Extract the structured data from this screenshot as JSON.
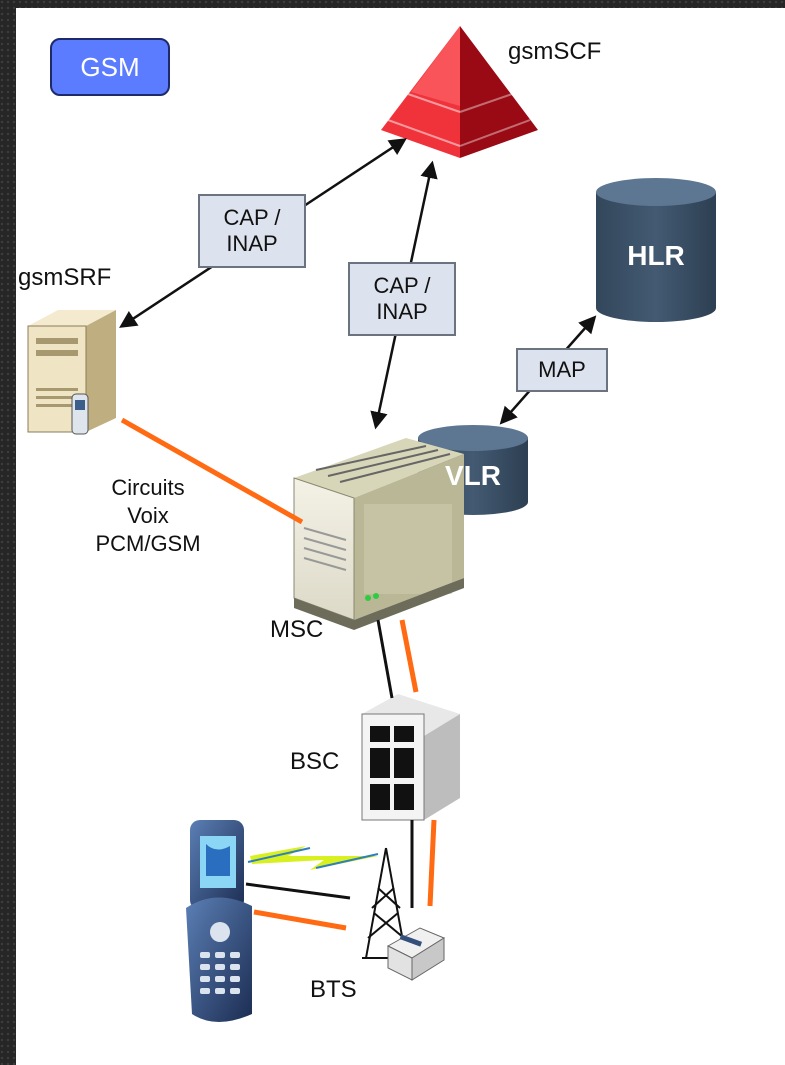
{
  "title_badge": "GSM",
  "nodes": {
    "gsmscf": "gsmSCF",
    "gsmsrf": "gsmSRF",
    "hlr": "HLR",
    "vlr": "VLR",
    "msc": "MSC",
    "bsc": "BSC",
    "bts": "BTS"
  },
  "links": {
    "srf_scf_line1": "CAP /",
    "srf_scf_line2": "INAP",
    "msc_scf_line1": "CAP /",
    "msc_scf_line2": "INAP",
    "vlr_hlr": "MAP"
  },
  "circuits": {
    "line1": "Circuits",
    "line2": "Voix",
    "line3": "PCM/GSM"
  },
  "colors": {
    "badge": "#5b7cff",
    "pyramid": "#d0121f",
    "database": "#3c5065",
    "voice_circuit": "#ff6a13",
    "signalling": "#111111"
  }
}
